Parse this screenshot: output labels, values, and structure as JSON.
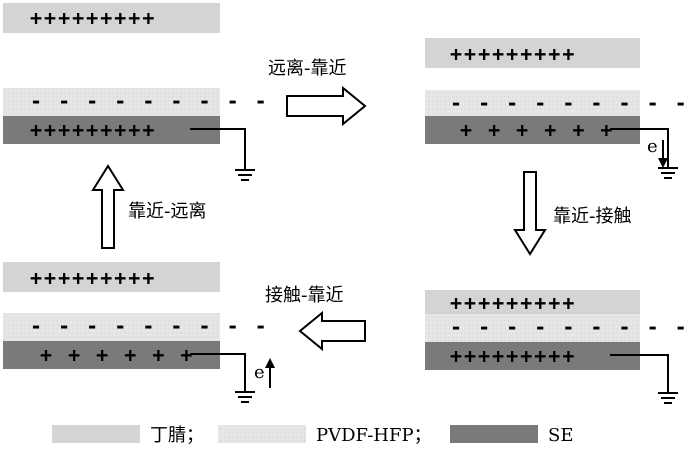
{
  "panels": {
    "top_left": {
      "top_signs": "+++++++++",
      "middle_signs": "- - - - - - - - -",
      "bottom_signs": "+++++++++"
    },
    "top_right": {
      "top_signs": "+++++++++",
      "middle_signs": "- - - - - - - - -",
      "bottom_signs": "+ + + + + +",
      "electron_label": "e"
    },
    "bottom_right": {
      "top_signs": "+++++++++",
      "middle_signs": "- - - - - - - - -",
      "bottom_signs": "+++++++++"
    },
    "bottom_left": {
      "top_signs": "+++++++++",
      "middle_signs": "- - - - - - - - -",
      "bottom_signs": "+ + + + + +",
      "electron_label": "e"
    }
  },
  "arrows": {
    "top": "远离-靠近",
    "right": "靠近-接触",
    "bottom": "接触-靠近",
    "left": "靠近-远离"
  },
  "legend": {
    "items": [
      {
        "label": "丁腈；",
        "color": "#d4d4d4"
      },
      {
        "label": "PVDF-HFP；",
        "color": "#e6e6e6"
      },
      {
        "label": "SE",
        "color": "#7a7a7a"
      }
    ]
  },
  "colors": {
    "nbr": "#d4d4d4",
    "pvdf": "#e6e6e6",
    "se": "#7a7a7a"
  }
}
